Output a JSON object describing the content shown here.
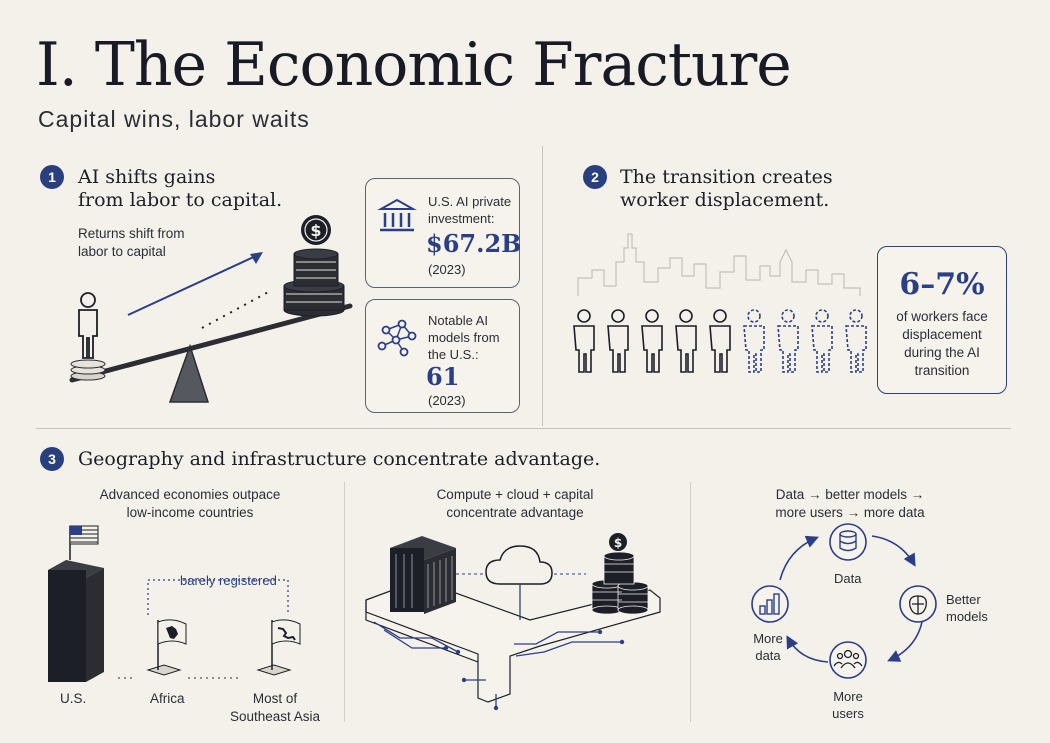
{
  "title": "I. The Economic Fracture",
  "subtitle": "Capital wins, labor waits",
  "section1": {
    "number": "1",
    "heading_line1": "AI shifts gains",
    "heading_line2": "from labor to capital.",
    "caption_line1": "Returns shift from",
    "caption_line2": "labor to capital",
    "card1": {
      "label_line1": "U.S. AI private",
      "label_line2": "investment:",
      "value": "$67.2B",
      "year": "(2023)"
    },
    "card2": {
      "label_line1": "Notable AI",
      "label_line2": "models from",
      "label_line3": "the U.S.:",
      "value": "61",
      "year": "(2023)"
    }
  },
  "section2": {
    "number": "2",
    "heading_line1": "The transition creates",
    "heading_line2": "worker displacement.",
    "stat_value": "6–7%",
    "stat_line1": "of workers face",
    "stat_line2": "displacement",
    "stat_line3": "during the AI",
    "stat_line4": "transition"
  },
  "section3": {
    "number": "3",
    "heading": "Geography and infrastructure concentrate advantage.",
    "panel1": {
      "caption_line1": "Advanced economies outpace",
      "caption_line2": "low-income countries",
      "annotation": "barely registered",
      "label_us": "U.S.",
      "label_africa": "Africa",
      "label_sea_line1": "Most of",
      "label_sea_line2": "Southeast Asia"
    },
    "panel2": {
      "caption_line1": "Compute + cloud + capital",
      "caption_line2": "concentrate advantage"
    },
    "panel3": {
      "caption_line1": "Data → better models →",
      "caption_line2": "more users → more data",
      "node_data": "Data",
      "node_models_line1": "Better",
      "node_models_line2": "models",
      "node_users_line1": "More",
      "node_users_line2": "users",
      "node_moredata_line1": "More",
      "node_moredata_line2": "data"
    }
  },
  "colors": {
    "accent": "#29407e",
    "background": "#f4f1ea",
    "ink": "#1c1f28"
  }
}
